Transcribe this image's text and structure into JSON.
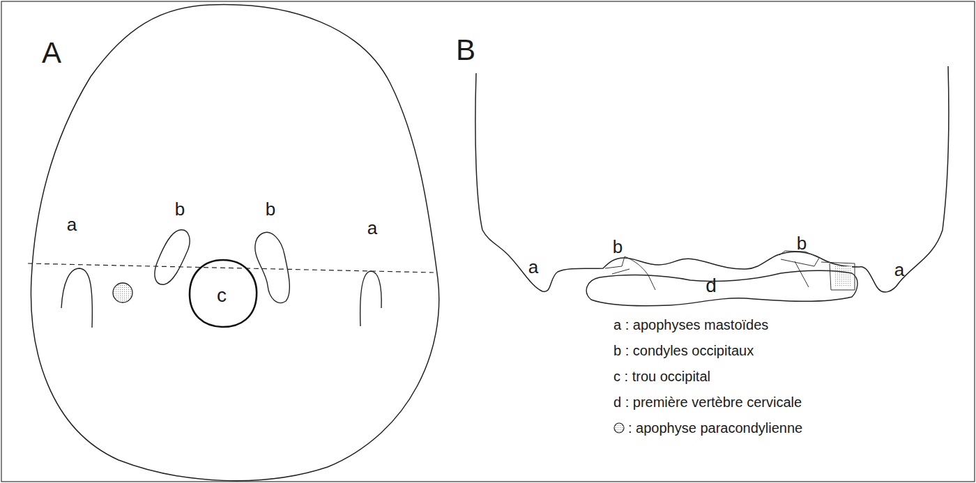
{
  "diagram": {
    "labels": [
      "A",
      "a",
      "b",
      "b",
      "a",
      "c",
      "B",
      "a",
      "b",
      "b",
      "a",
      "d",
      "a : apophyses mastoïdes",
      "b : condyles occipitaux",
      "c : trou occipital",
      "d : première vertèbre cervicale"
    ],
    "legend": [
      {
        "text": ": apophyse paracondylienne"
      }
    ]
  }
}
